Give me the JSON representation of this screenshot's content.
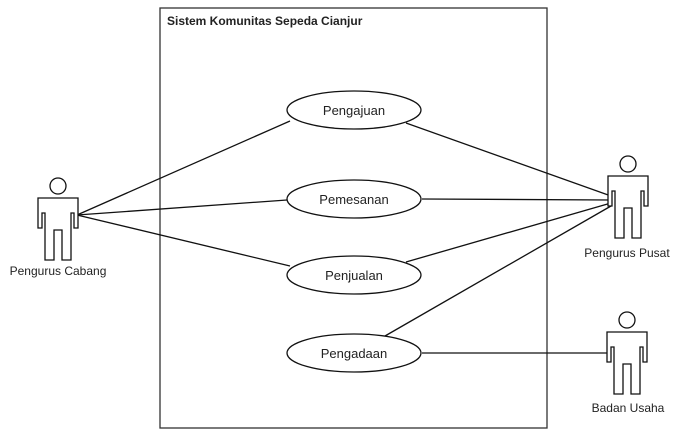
{
  "system": {
    "title": "Sistem Komunitas Sepeda Cianjur"
  },
  "actors": {
    "pengurus_cabang": "Pengurus Cabang",
    "pengurus_pusat": "Pengurus Pusat",
    "badan_usaha": "Badan Usaha"
  },
  "use_cases": {
    "pengajuan": "Pengajuan",
    "pemesanan": "Pemesanan",
    "penjualan": "Penjualan",
    "pengadaan": "Pengadaan"
  }
}
